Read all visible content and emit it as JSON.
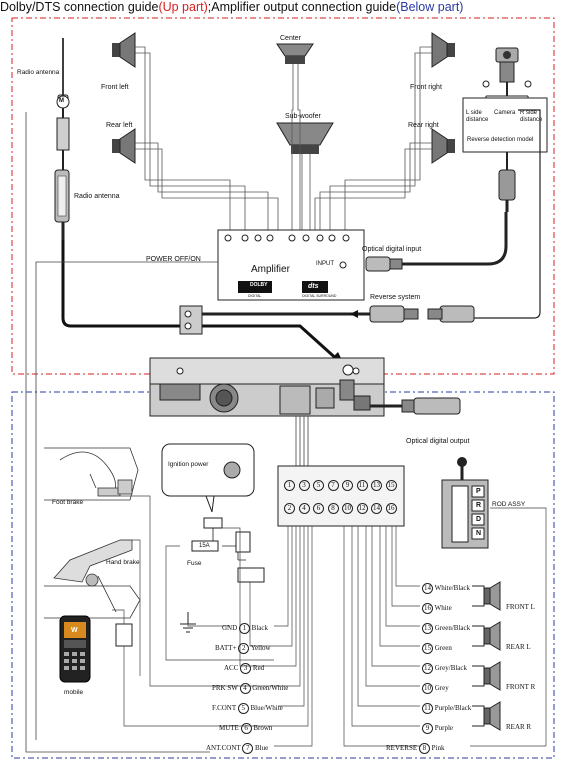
{
  "title": {
    "part1": "Dolby/DTS connection guide",
    "part2": "(Up part)",
    "part3": ";Amplifier output connection guide",
    "part4": "(Below part)"
  },
  "labels": {
    "radio_antenna_top": "Radio antenna",
    "m_mark": "M",
    "front_left": "Front left",
    "rear_left": "Rear left",
    "center": "Center",
    "subwoofer": "Sub-woofer",
    "front_right": "Front right",
    "rear_right": "Rear right",
    "radio_antenna_mid": "Radio antenna",
    "l_side_distance": "L side\ndistance",
    "camera": "Camera",
    "r_side_distance": "R side\ndistance",
    "reverse_detection_model": "Reverse detection model",
    "power_off_on": "POWER  OFF/ON",
    "optical_digital_input": "Optical digital input",
    "input": "INPUT",
    "amplifier": "Amplifier",
    "dolby": "DOLBY",
    "dolby_sub": "DIGITAL",
    "dts": "dts",
    "dts_sub": "DIGITAL SURROUND",
    "reverse_system": "Reverse system",
    "optical_digital_output": "Optical digital output",
    "ignition_power": "Ignition power",
    "foot_brake": "Foot brake",
    "hand_brake": "Hand brake",
    "fuse_value": "15A",
    "fuse": "Fuse",
    "mobile": "mobile",
    "rod_assy": "ROD ASSY",
    "gear_p": "P",
    "gear_r": "R",
    "gear_d": "D",
    "gear_n": "N",
    "front_l": "FRONT L",
    "rear_l": "REAR L",
    "front_r": "FRONT R",
    "rear_r": "REAR R",
    "phone_brand": "W"
  },
  "connector": {
    "top_row": [
      "13",
      "11",
      "9",
      "7",
      "5",
      "3",
      "1"
    ],
    "top_row_left": "1",
    "bottom_row": [
      "2",
      "4",
      "6",
      "8",
      "10",
      "12",
      "14",
      "16"
    ],
    "top_row_all": [
      "1",
      "3",
      "5",
      "7",
      "9",
      "11",
      "13",
      "15"
    ]
  },
  "left_wires": [
    {
      "name": "GND",
      "num": "1",
      "color": "Black"
    },
    {
      "name": "BATT+",
      "num": "2",
      "color": "Yellow"
    },
    {
      "name": "ACC",
      "num": "3",
      "color": "Red"
    },
    {
      "name": "PRK SW",
      "num": "4",
      "color": "Green/White"
    },
    {
      "name": "F.CONT",
      "num": "5",
      "color": "Blue/White"
    },
    {
      "name": "MUTE",
      "num": "6",
      "color": "Brown"
    },
    {
      "name": "ANT.CONT",
      "num": "7",
      "color": "Blue"
    }
  ],
  "right_wires": [
    {
      "num": "14",
      "color": "White/Black"
    },
    {
      "num": "16",
      "color": "White"
    },
    {
      "num": "13",
      "color": "Green/Black"
    },
    {
      "num": "15",
      "color": "Green"
    },
    {
      "num": "12",
      "color": "Grey/Black"
    },
    {
      "num": "10",
      "color": "Grey"
    },
    {
      "num": "11",
      "color": "Purple/Black"
    },
    {
      "num": "9",
      "color": "Purple"
    }
  ],
  "reverse_wire": {
    "name": "REVERSE",
    "num": "8",
    "color": "Pink"
  },
  "colors": {
    "red_border": "#d62020",
    "blue_border": "#2a3aa0"
  }
}
